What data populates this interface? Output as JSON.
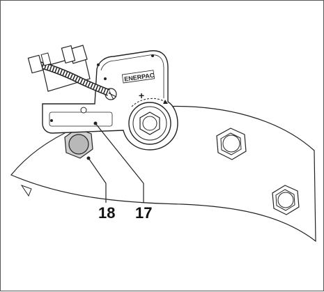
{
  "callouts": {
    "left": "18",
    "right": "17"
  },
  "tool": {
    "brand": "ENERPAC",
    "direction_symbol": "+"
  },
  "colors": {
    "line": "#222222",
    "highlight_nut": "#b8b8b8",
    "background": "#ffffff"
  },
  "icons": {
    "wrench": "hydraulic-torque-wrench-icon",
    "hose": "hydraulic-hose-icon",
    "nut": "hex-nut-icon"
  }
}
